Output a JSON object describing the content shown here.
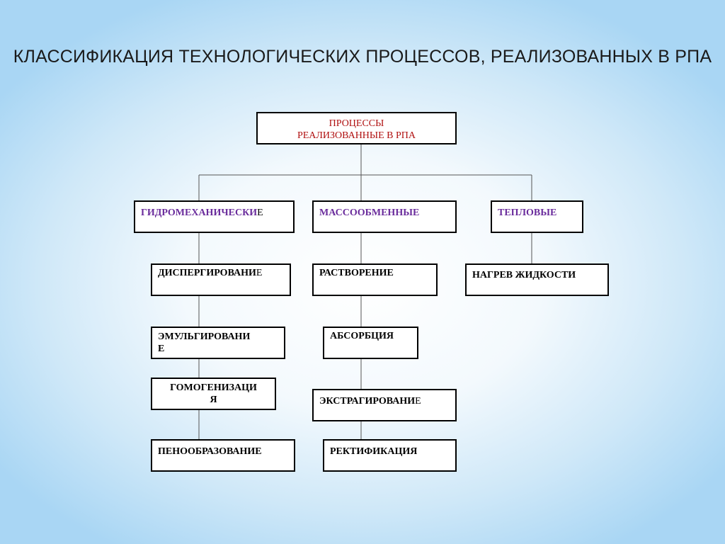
{
  "title": "КЛАССИФИКАЦИЯ ТЕХНОЛОГИЧЕСКИХ ПРОЦЕССОВ, РЕАЛИЗОВАННЫХ В РПА",
  "root": {
    "line1": "ПРОЦЕССЫ",
    "line2": "РЕАЛИЗОВАННЫЕ В РПА"
  },
  "categories": {
    "hydro": {
      "label_main": "ГИДРОМЕХАНИЧЕСКИ",
      "label_tail": "Е"
    },
    "mass": {
      "label": "МАССООБМЕННЫЕ"
    },
    "heat": {
      "label": "ТЕПЛОВЫЕ"
    }
  },
  "hydro_items": {
    "dispersion": {
      "main": "ДИСПЕРГИРОВАНИ",
      "tail": "Е"
    },
    "emulsion": {
      "line1": "ЭМУЛЬГИРОВАНИ",
      "line2": "Е"
    },
    "homogenization": {
      "line1": "ГОМОГЕНИЗАЦИ",
      "line2": "Я"
    },
    "foaming": {
      "label": "ПЕНООБРАЗОВАНИЕ"
    }
  },
  "mass_items": {
    "dissolution": {
      "label": "РАСТВОРЕНИЕ"
    },
    "absorption": {
      "label": "АБСОРБЦИЯ"
    },
    "extraction": {
      "main": "ЭКСТРАГИРОВАНИ",
      "tail": "Е"
    },
    "rectification": {
      "label": "РЕКТИФИКАЦИЯ"
    }
  },
  "heat_items": {
    "liquid_heating": {
      "label": "НАГРЕВ ЖИДКОСТИ"
    }
  }
}
